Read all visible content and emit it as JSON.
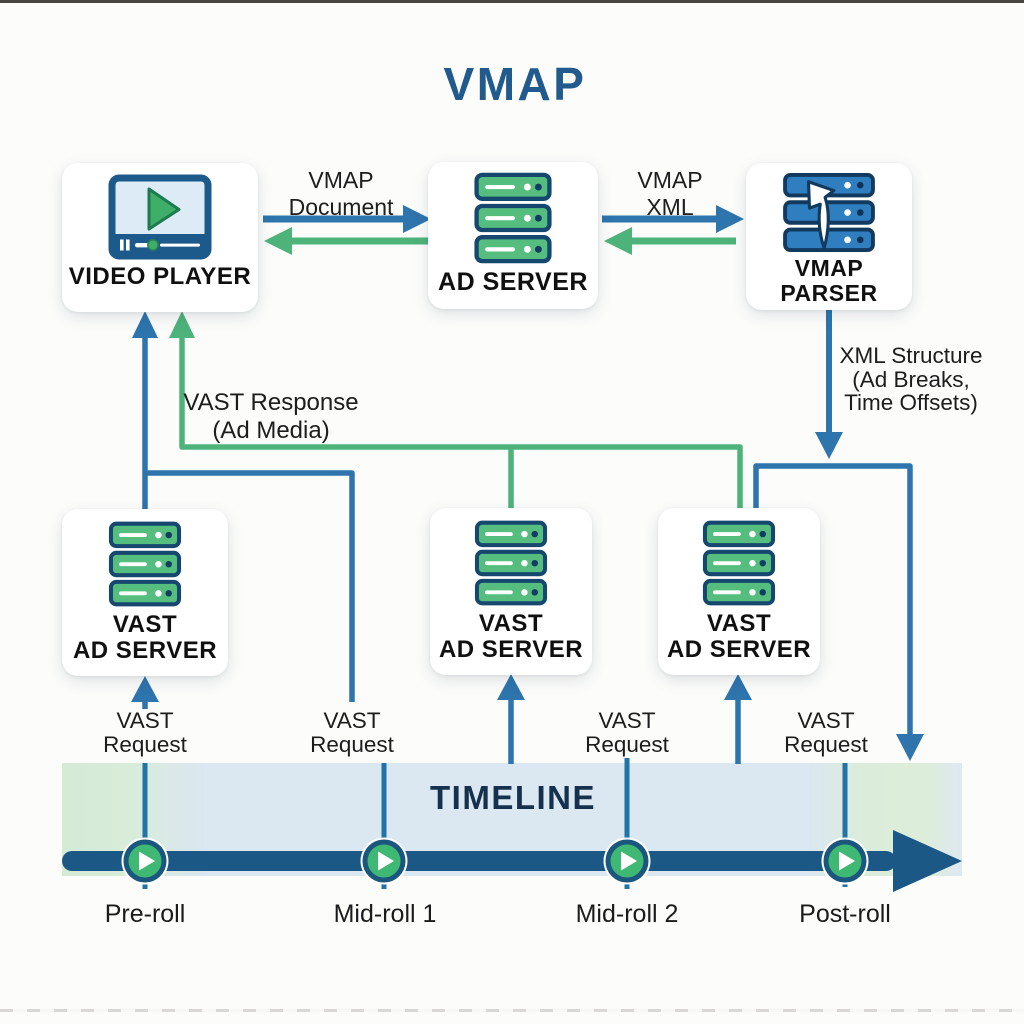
{
  "title": "VMAP",
  "colors": {
    "blue": "#2e74ad",
    "green": "#4db37a",
    "dark_navy": "#15476f",
    "timeline_bar": "#1b5886",
    "band_blue": "#dbe7f1",
    "band_green_tint": "#d8ecd9",
    "title_blue": "#215a8c",
    "server_green": "#55bd7d",
    "server_blue": "#2f7fc0",
    "play_green": "#3eb873",
    "text_dark": "#1c1c1c"
  },
  "nodes": {
    "video_player": {
      "label": "VIDEO PLAYER",
      "icon": "video-player-icon"
    },
    "ad_server": {
      "label": "AD SERVER",
      "icon": "server-stack-green-icon"
    },
    "vmap_parser": {
      "line1": "VMAP",
      "line2": "PARSER",
      "icon": "server-stack-blue-parser-icon"
    },
    "vast_ad_server_1": {
      "line1": "VAST",
      "line2": "AD SERVER",
      "icon": "server-stack-green-icon"
    },
    "vast_ad_server_2": {
      "line1": "VAST",
      "line2": "AD SERVER",
      "icon": "server-stack-green-icon"
    },
    "vast_ad_server_3": {
      "line1": "VAST",
      "line2": "AD SERVER",
      "icon": "server-stack-green-icon"
    }
  },
  "edges": {
    "vmap_document": {
      "line1": "VMAP",
      "line2": "Document"
    },
    "vmap_xml": {
      "line1": "VMAP",
      "line2": "XML"
    },
    "vast_response": {
      "line1": "VAST Response",
      "line2": "(Ad Media)"
    },
    "xml_structure": {
      "line1": "XML Structure",
      "line2": "(Ad Breaks,",
      "line3": "Time Offsets)"
    },
    "vast_requests": [
      {
        "line1": "VAST",
        "line2": "Request"
      },
      {
        "line1": "VAST",
        "line2": "Request"
      },
      {
        "line1": "VAST",
        "line2": "Request"
      },
      {
        "line1": "VAST",
        "line2": "Request"
      }
    ]
  },
  "timeline": {
    "label": "TIMELINE",
    "markers": [
      {
        "label": "Pre-roll"
      },
      {
        "label": "Mid-roll 1"
      },
      {
        "label": "Mid-roll 2"
      },
      {
        "label": "Post-roll"
      }
    ]
  }
}
